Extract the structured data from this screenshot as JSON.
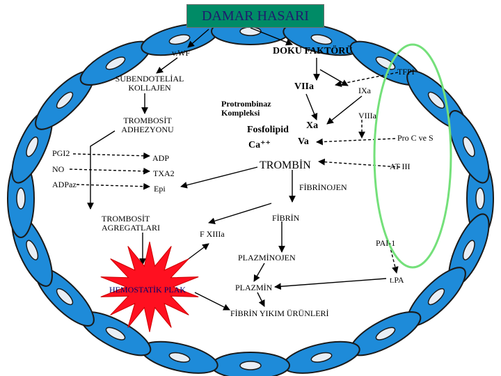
{
  "title": "DAMAR HASARI",
  "labels": {
    "vwf": "v.WF",
    "doku_faktoru": "DOKU FAKTÖRÜ",
    "subendotelial": "SUBENDOTELİAL",
    "kollajen": "KOLLAJEN",
    "tfpi": "TFPI",
    "viia": "VIIa",
    "ixa": "IXa",
    "protrombinaz_1": "Protrombinaz",
    "protrombinaz_2": "Kompleksi",
    "trombosit_adhezyonu_1": "TROMBOSİT",
    "trombosit_adhezyonu_2": "ADHEZYONU",
    "viiia": "VIIIa",
    "fosfolipid": "Fosfolipid",
    "xa": "Xa",
    "ca": "Ca⁺⁺",
    "va": "Va",
    "pro_c_s": "Pro C ve S",
    "pgi2": "PGI2",
    "adp": "ADP",
    "no": "NO",
    "txa2": "TXA2",
    "trombin": "TROMBİN",
    "at3": "AT III",
    "adpaz": "ADPaz",
    "epi": "Epi",
    "fibrinojen": "FİBRİNOJEN",
    "trombosit_agregatlari_1": "TROMBOSİT",
    "trombosit_agregatlari_2": "AGREGATLARI",
    "fibrin": "FİBRİN",
    "fxiiia": "F XIIIa",
    "pai1": "PAI-1",
    "plazminojen": "PLAZMİNOJEN",
    "tpa": "t.PA",
    "hemostatik_plak": "HEMOSTATİK PLAK",
    "plazmin": "PLAZMİN",
    "fibrin_yikim": "FİBRİN YIKIM ÜRÜNLERİ"
  },
  "colors": {
    "title_box": "#008b66",
    "cell_fill": "#1e8bd9",
    "cell_outline": "#1a1a1a",
    "nucleus": "#e9eef5",
    "inhibitor_ring": "#74e07a",
    "burst": "#ff1020",
    "burst_text": "#00006b"
  }
}
